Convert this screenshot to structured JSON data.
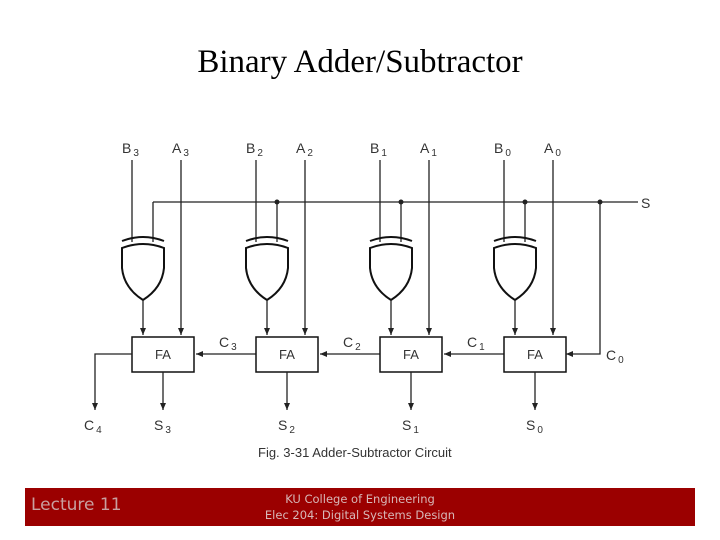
{
  "title": "Binary Adder/Subtractor",
  "diagram": {
    "stages": [
      {
        "b": {
          "main": "B",
          "sub": "3"
        },
        "a": {
          "main": "A",
          "sub": "3"
        },
        "fa": "FA",
        "s": {
          "main": "S",
          "sub": "3"
        },
        "c_in": {
          "main": "C",
          "sub": "3"
        }
      },
      {
        "b": {
          "main": "B",
          "sub": "2"
        },
        "a": {
          "main": "A",
          "sub": "2"
        },
        "fa": "FA",
        "s": {
          "main": "S",
          "sub": "2"
        },
        "c_in": {
          "main": "C",
          "sub": "2"
        }
      },
      {
        "b": {
          "main": "B",
          "sub": "1"
        },
        "a": {
          "main": "A",
          "sub": "1"
        },
        "fa": "FA",
        "s": {
          "main": "S",
          "sub": "1"
        },
        "c_in": {
          "main": "C",
          "sub": "1"
        }
      },
      {
        "b": {
          "main": "B",
          "sub": "0"
        },
        "a": {
          "main": "A",
          "sub": "0"
        },
        "fa": "FA",
        "s": {
          "main": "S",
          "sub": "0"
        },
        "c_in": {
          "main": "C",
          "sub": "0"
        }
      }
    ],
    "s_label": "S",
    "carry_out": {
      "main": "C",
      "sub": "4"
    },
    "caption": "Fig. 3-31  Adder-Subtractor Circuit"
  },
  "footer": {
    "lecture": "Lecture 11",
    "line1": "KU College of Engineering",
    "line2": "Elec 204: Digital Systems Design"
  },
  "colors": {
    "footer_bg": "#9b0000",
    "line": "#222222"
  }
}
